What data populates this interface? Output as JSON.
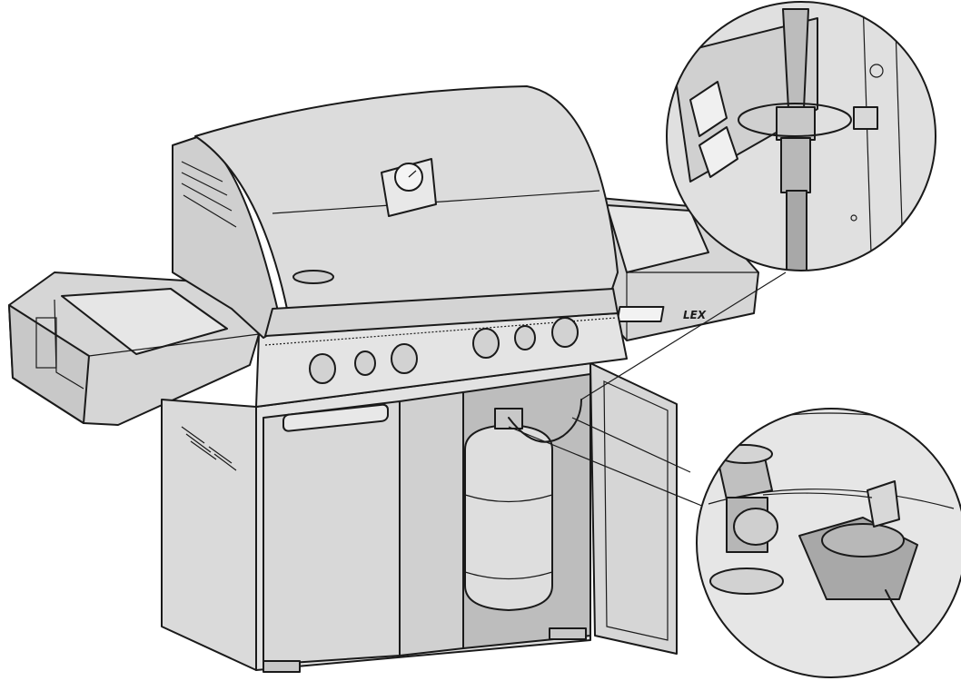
{
  "diagram": {
    "brand_badge_text": "LEX",
    "colors": {
      "body": "#dcdcdc",
      "body_dark": "#c4c4c4",
      "body_light": "#ececec",
      "outline": "#1a1a1a",
      "background": "#ffffff"
    },
    "icons": [
      "grill-illustration",
      "zoom-callout-hose-connection",
      "zoom-callout-tank-regulator"
    ]
  }
}
